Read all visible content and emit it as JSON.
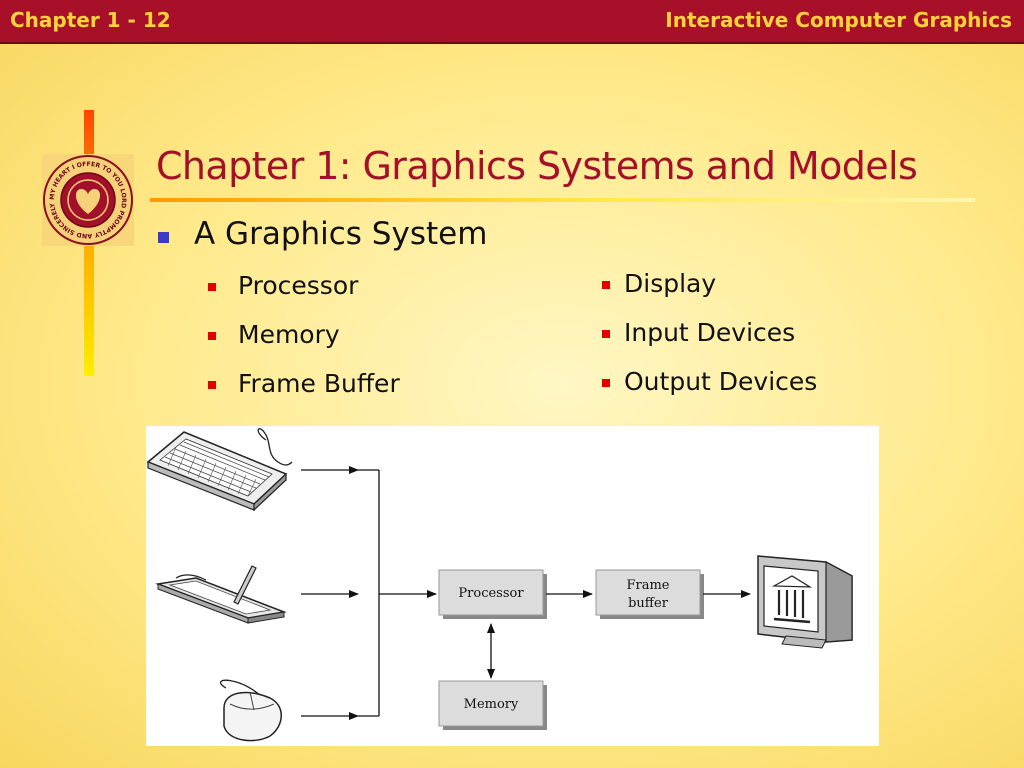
{
  "header": {
    "left": "Chapter 1 - 12",
    "right": "Interactive Computer Graphics"
  },
  "seal": {
    "text": "MY HEART I OFFER TO YOU LORD PROMPTLY AND SINCERELY"
  },
  "slide": {
    "title": "Chapter 1: Graphics Systems and Models",
    "main_bullet": "A Graphics System",
    "left_items": [
      "Processor",
      "Memory",
      "Frame Buffer"
    ],
    "right_items": [
      "Display",
      "Input Devices",
      "Output Devices"
    ]
  },
  "diagram": {
    "processor": "Processor",
    "frame_line1": "Frame",
    "frame_line2": "buffer",
    "memory": "Memory"
  },
  "icons": [
    "keyboard-icon",
    "tablet-icon",
    "mouse-icon",
    "monitor-icon"
  ]
}
